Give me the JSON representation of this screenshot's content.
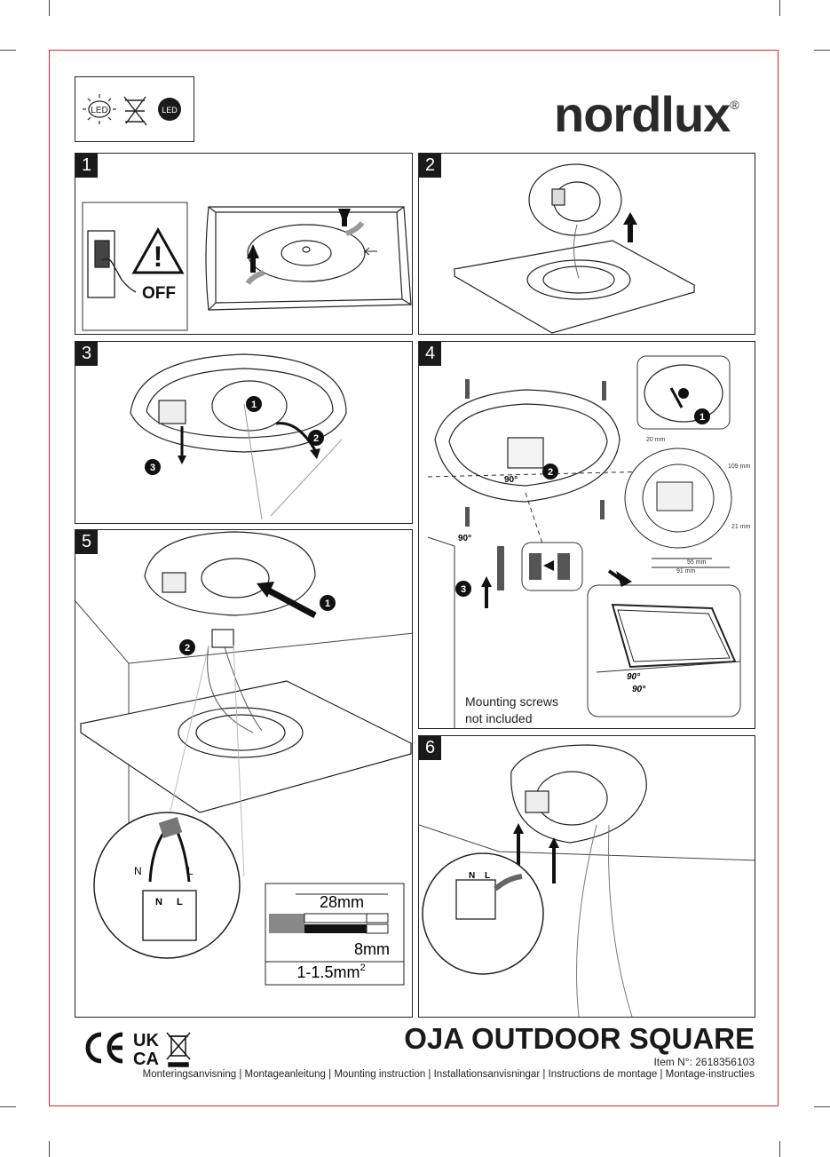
{
  "brand": {
    "name": "nordlux",
    "registered": "®"
  },
  "header_icons": {
    "led_label": "LED",
    "led_dark_label": "LED"
  },
  "steps": [
    {
      "number": "1",
      "warning_label": "OFF"
    },
    {
      "number": "2"
    },
    {
      "number": "3",
      "callouts": [
        "1",
        "2",
        "3"
      ]
    },
    {
      "number": "4",
      "callouts": [
        "1",
        "2",
        "3"
      ],
      "angle": "90°",
      "dims": {
        "top": "20 mm",
        "right": "109 mm",
        "side": "21 mm",
        "inner": "55 mm",
        "bottom": "91 mm"
      },
      "note_line1": "Mounting screws",
      "note_line2": "not included"
    },
    {
      "number": "5",
      "callouts": [
        "1",
        "2"
      ],
      "wire_labels": {
        "neutral": "N",
        "live": "L"
      },
      "terminal_labels": {
        "n": "N",
        "l": "L"
      },
      "strip": {
        "length_outer": "28mm",
        "length_inner": "8mm",
        "cross_section": "1-1.5mm",
        "unit_sup": "2"
      }
    },
    {
      "number": "6",
      "terminal_labels": {
        "n": "N",
        "l": "L"
      }
    }
  ],
  "footer": {
    "product_name": "OJA OUTDOOR SQUARE",
    "item_number": "Item N°: 2618356103",
    "languages": "Monteringsanvisning | Montageanleitung | Mounting instruction | Installationsanvisningar | Instructions de montage | Montage-instructies",
    "marks": [
      "CE",
      "UKCA",
      "WEEE"
    ]
  },
  "colors": {
    "frame": "#d7262f",
    "ink": "#1a1a1a",
    "wire": "#777777"
  }
}
